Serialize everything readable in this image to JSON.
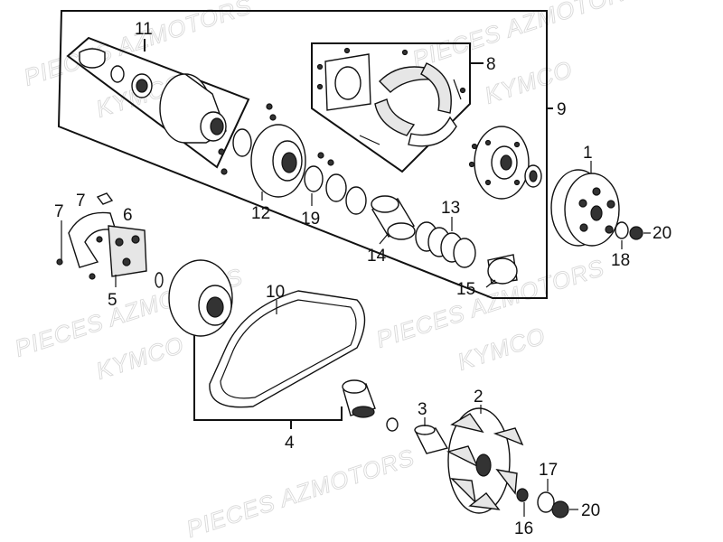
{
  "watermarks": {
    "line1": "PIECES AZMOTORS",
    "line2": "KYMCO"
  },
  "callouts": {
    "c1": "1",
    "c2": "2",
    "c3": "3",
    "c4": "4",
    "c5": "5",
    "c6": "6",
    "c7": "7",
    "c8": "8",
    "c9": "9",
    "c10": "10",
    "c11": "11",
    "c12": "12",
    "c13": "13",
    "c14": "14",
    "c15": "15",
    "c16": "16",
    "c17": "17",
    "c18": "18",
    "c19": "19",
    "c20a": "20",
    "c20b": "20"
  }
}
